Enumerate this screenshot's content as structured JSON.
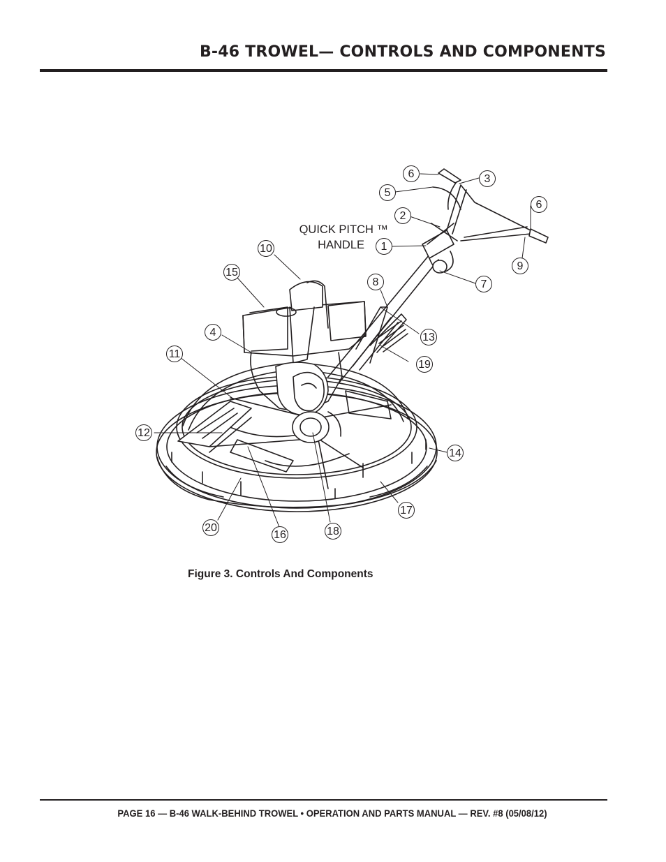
{
  "header": {
    "title": "B-46 TROWEL— CONTROLS  AND COMPONENTS"
  },
  "figure": {
    "label_line1": "QUICK PITCH ™",
    "label_line2": "HANDLE",
    "callouts": [
      "1",
      "2",
      "3",
      "4",
      "5",
      "6",
      "6",
      "7",
      "8",
      "9",
      "10",
      "11",
      "12",
      "13",
      "14",
      "15",
      "16",
      "17",
      "18",
      "19",
      "20"
    ],
    "caption": "Figure 3. Controls And Components"
  },
  "footer": {
    "text": "PAGE 16 — B-46 WALK-BEHIND TROWEL • OPERATION AND PARTS MANUAL — REV. #8 (05/08/12)"
  }
}
